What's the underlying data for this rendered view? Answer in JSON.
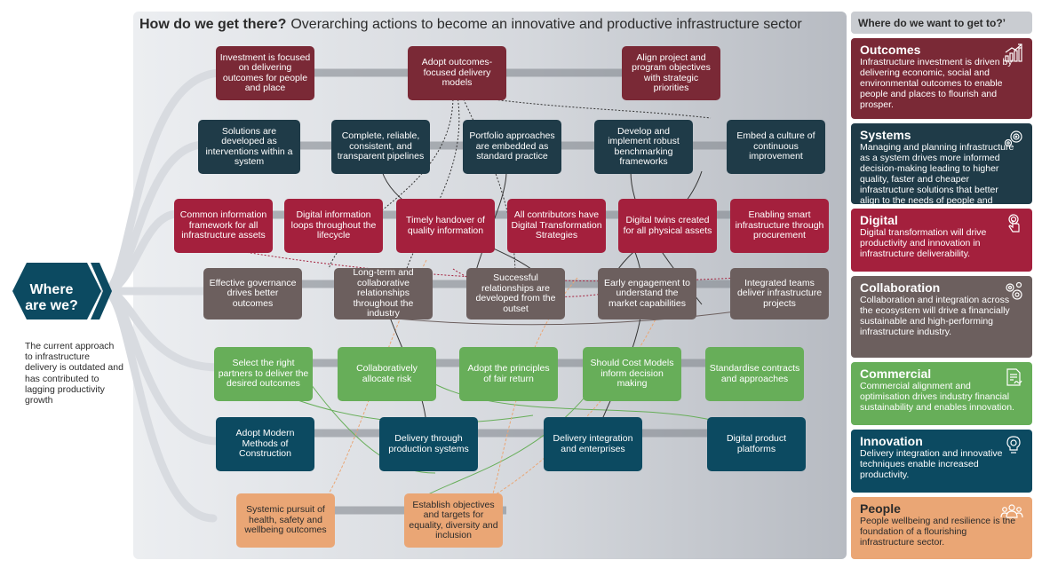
{
  "diagram": {
    "title": "How do we get there?",
    "subtitle": "Overarching actions to become an innovative and productive infrastructure sector",
    "rows": [
      {
        "theme": "outcomes",
        "boxes": [
          "Investment is focused on delivering outcomes for people and place",
          "Adopt outcomes-focused delivery models",
          "Align project and program objectives with strategic priorities"
        ]
      },
      {
        "theme": "systems",
        "boxes": [
          "Solutions are developed as interventions within a system",
          "Complete, reliable, consistent, and transparent pipelines",
          "Portfolio approaches are embedded as standard practice",
          "Develop and implement robust benchmarking frameworks",
          "Embed a culture of continuous improvement"
        ]
      },
      {
        "theme": "digital",
        "boxes": [
          "Common information framework for all infrastructure assets",
          "Digital information loops throughout the lifecycle",
          "Timely handover of quality information",
          "All contributors have Digital Transformation Strategies",
          "Digital twins created for all physical assets",
          "Enabling smart infrastructure through procurement"
        ]
      },
      {
        "theme": "collaboration",
        "boxes": [
          "Effective governance drives better outcomes",
          "Long-term and collaborative relationships throughout the industry",
          "Successful relationships are developed from the outset",
          "Early engagement to understand the market capabilities",
          "Integrated teams deliver infrastructure projects"
        ]
      },
      {
        "theme": "commercial",
        "boxes": [
          "Select the right partners to deliver the desired outcomes",
          "Collaboratively allocate risk",
          "Adopt the principles of fair return",
          "Should Cost Models inform decision making",
          "Standardise contracts and approaches"
        ]
      },
      {
        "theme": "innovation",
        "boxes": [
          "Adopt Modern Methods of Construction",
          "Delivery through production systems",
          "Delivery integration and enterprises",
          "Digital product platforms"
        ]
      },
      {
        "theme": "people",
        "boxes": [
          "Systemic pursuit of health, safety and wellbeing outcomes",
          "Establish objectives and targets for equality, diversity and inclusion"
        ]
      }
    ]
  },
  "where": {
    "label_line1": "Where",
    "label_line2": "are we?",
    "description": "The current approach to infrastructure delivery is outdated and has contributed to lagging productivity growth"
  },
  "right_panel": {
    "header": "Where do we want to get to?’",
    "sections": [
      {
        "key": "outcomes",
        "title": "Outcomes",
        "icon": "chart-growth-icon",
        "desc": "Infrastructure investment is driven by delivering economic, social and environmental outcomes to enable people and places to flourish and prosper."
      },
      {
        "key": "systems",
        "title": "Systems",
        "icon": "gears-target-icon",
        "desc": "Managing and planning infrastructure as a system drives more informed decision-making leading to higher quality, faster and cheaper infrastructure solutions that better align to the needs of people and places."
      },
      {
        "key": "digital",
        "title": "Digital",
        "icon": "touch-hand-icon",
        "desc": "Digital transformation will drive productivity and innovation in infrastructure deliverability."
      },
      {
        "key": "collaboration",
        "title": "Collaboration",
        "icon": "cogs-icon",
        "desc": "Collaboration and integration across the ecosystem will drive a financially sustainable and high-performing infrastructure industry."
      },
      {
        "key": "commercial",
        "title": "Commercial",
        "icon": "contract-icon",
        "desc": "Commercial alignment and optimisation drives industry financial sustainability and enables innovation."
      },
      {
        "key": "innovation",
        "title": "Innovation",
        "icon": "lightbulb-gear-icon",
        "desc": "Delivery integration and innovative techniques enable increased productivity."
      },
      {
        "key": "people",
        "title": "People",
        "icon": "people-group-icon",
        "desc": "People wellbeing and resilience is the foundation of a flourishing infrastructure sector."
      }
    ]
  },
  "colors": {
    "outcomes": "#7a2936",
    "systems": "#1f3b48",
    "digital": "#a4203d",
    "collaboration": "#6c5f5e",
    "commercial": "#67ae59",
    "innovation": "#0c4a61",
    "people": "#eaa675",
    "band": "#7b8189",
    "curve": "#d8dbe0"
  }
}
